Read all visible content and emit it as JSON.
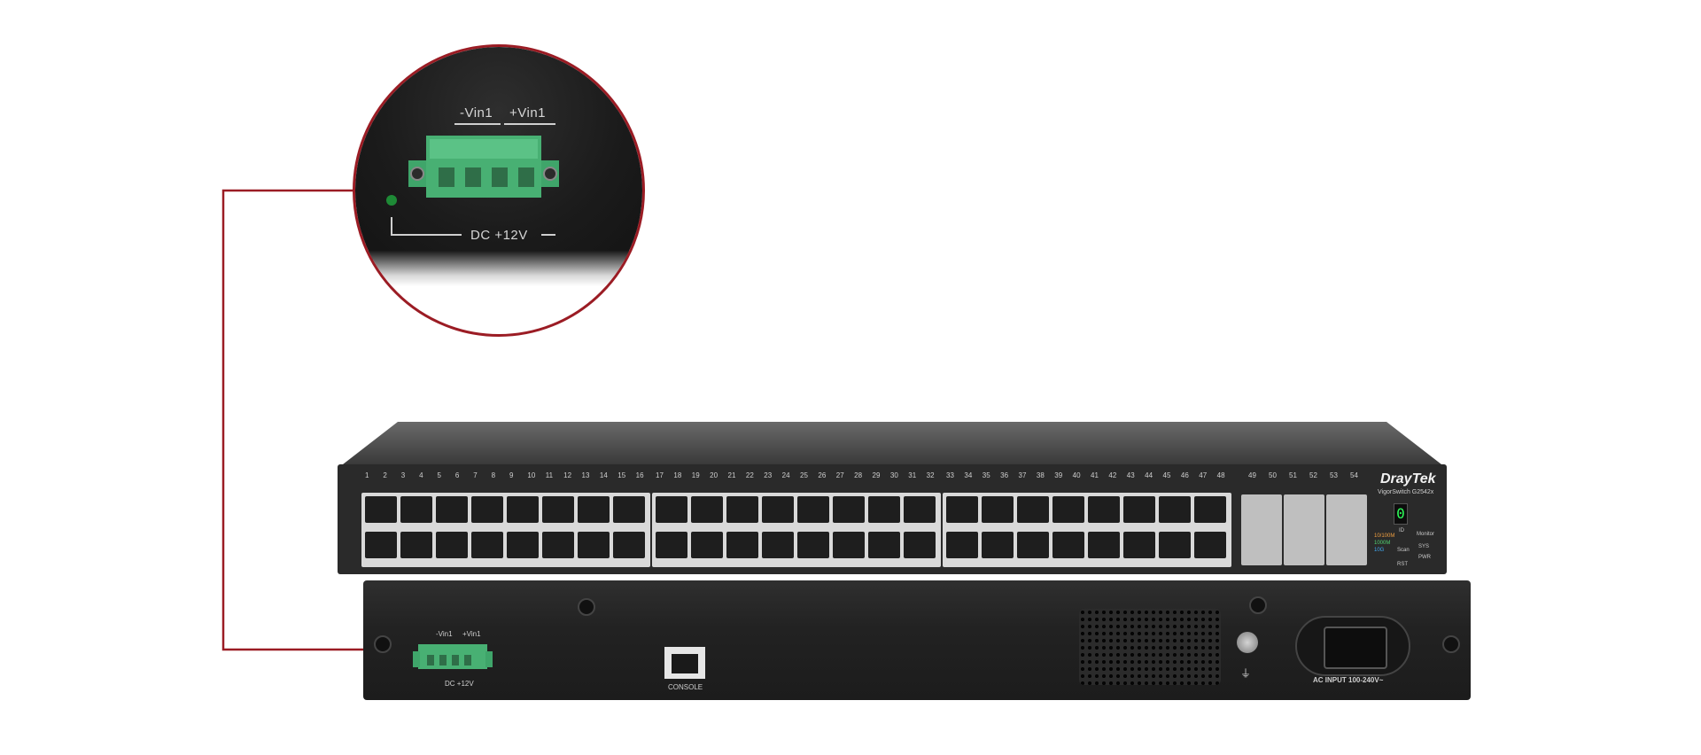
{
  "zoom_callout": {
    "label_neg": "-Vin1",
    "label_pos": "+Vin1",
    "label_dc": "DC +12V"
  },
  "front_panel": {
    "brand": "DrayTek",
    "model": "VigorSwitch G2542x",
    "port_numbers_group1": [
      "1",
      "2",
      "3",
      "4",
      "5",
      "6",
      "7",
      "8",
      "9",
      "10",
      "11",
      "12",
      "13",
      "14",
      "15",
      "16"
    ],
    "port_numbers_group2": [
      "17",
      "18",
      "19",
      "20",
      "21",
      "22",
      "23",
      "24",
      "25",
      "26",
      "27",
      "28",
      "29",
      "30",
      "31",
      "32"
    ],
    "port_numbers_group3": [
      "33",
      "34",
      "35",
      "36",
      "37",
      "38",
      "39",
      "40",
      "41",
      "42",
      "43",
      "44",
      "45",
      "46",
      "47",
      "48"
    ],
    "sfp_numbers": [
      "49",
      "50",
      "51",
      "52",
      "53",
      "54"
    ],
    "led_legend": [
      "10/100M",
      "1000M",
      "10G"
    ],
    "status_labels": [
      "ID",
      "Scan",
      "RST",
      "Monitor",
      "SYS",
      "PWR"
    ],
    "id_display": "0"
  },
  "back_panel": {
    "label_neg": "-Vin1",
    "label_pos": "+Vin1",
    "label_dc": "DC +12V",
    "console_label": "CONSOLE",
    "ac_label": "AC INPUT 100-240V~"
  },
  "colors": {
    "callout_line": "#9b1c24",
    "terminal_green": "#3fa56a",
    "chassis": "#2a2a2a"
  }
}
